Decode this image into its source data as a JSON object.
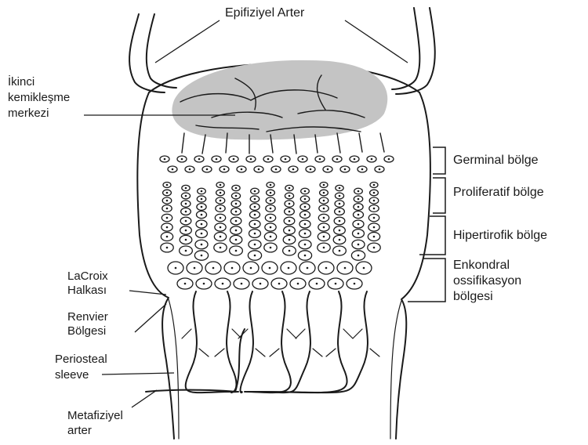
{
  "labels": {
    "epiphyseal_artery": "Epifiziyel Arter",
    "secondary_ossification": [
      "İkinci",
      "kemikleşme",
      "merkezi"
    ],
    "germinal_zone": "Germinal bölge",
    "proliferative_zone": "Proliferatif bölge",
    "hypertrophic_zone": "Hipertirofik bölge",
    "endochondral_zone": [
      "Enkondral",
      "ossifikasyon",
      "bölgesi"
    ],
    "lacroix_ring": [
      "LaCroix",
      "Halkası"
    ],
    "ranvier_zone": [
      "Renvier",
      "Bölgesi"
    ],
    "periosteal_sleeve": [
      "Periosteal",
      "sleeve"
    ],
    "metaphyseal_artery": [
      "Metafiziyel",
      "arter"
    ]
  },
  "colors": {
    "ink": "#1a1a1a",
    "ossification_center": "#c4c4c4",
    "background": "#ffffff"
  }
}
